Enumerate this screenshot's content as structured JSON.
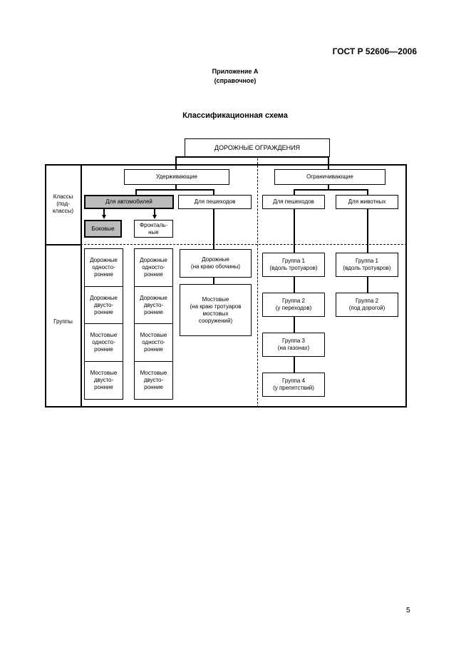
{
  "header": {
    "standard": "ГОСТ Р 52606—2006",
    "appendix": "Приложение А",
    "appendix_type": "(справочное)",
    "title": "Классификационная схема"
  },
  "diagram": {
    "root": "ДОРОЖНЫЕ ОГРАЖДЕНИЯ",
    "row_labels": {
      "classes": "Классы\n(под-\nклассы)",
      "groups": "Группы"
    },
    "left_branch": {
      "title": "Удерживающие",
      "vehicles": "Для автомобилей",
      "side": "Боковые",
      "frontal": "Фронталь-\nные",
      "pedestrians": "Для пешеходов",
      "side_groups": [
        "Дорожные\nодносто-\nронние",
        "Дорожные\nдвусто-\nронние",
        "Мостовые\nодносто-\nронние",
        "Мостовые\nдвусто-\nронние"
      ],
      "frontal_groups": [
        "Дорожные\nодносто-\nронние",
        "Дорожные\nдвусто-\nронние",
        "Мостовые\nодносто-\nронние",
        "Мостовые\nдвусто-\nронние"
      ],
      "pedestrian_groups": [
        "Дорожные\n(на краю обочины)",
        "Мостовые\n(на краю тротуаров\nмостовых\nсооружений)"
      ]
    },
    "right_branch": {
      "title": "Ограничивающие",
      "pedestrians": "Для пешеходов",
      "animals": "Для животных",
      "pedestrian_groups": [
        "Группа 1\n(вдоль тротуаров)",
        "Группа 2\n(у переходов)",
        "Группа 3\n(на газонах)",
        "Группа 4\n(у препятствий)"
      ],
      "animal_groups": [
        "Группа 1\n(вдоль тротуаров)",
        "Группа 2\n(под дорогой)"
      ]
    }
  },
  "footer": {
    "page_number": "5"
  }
}
